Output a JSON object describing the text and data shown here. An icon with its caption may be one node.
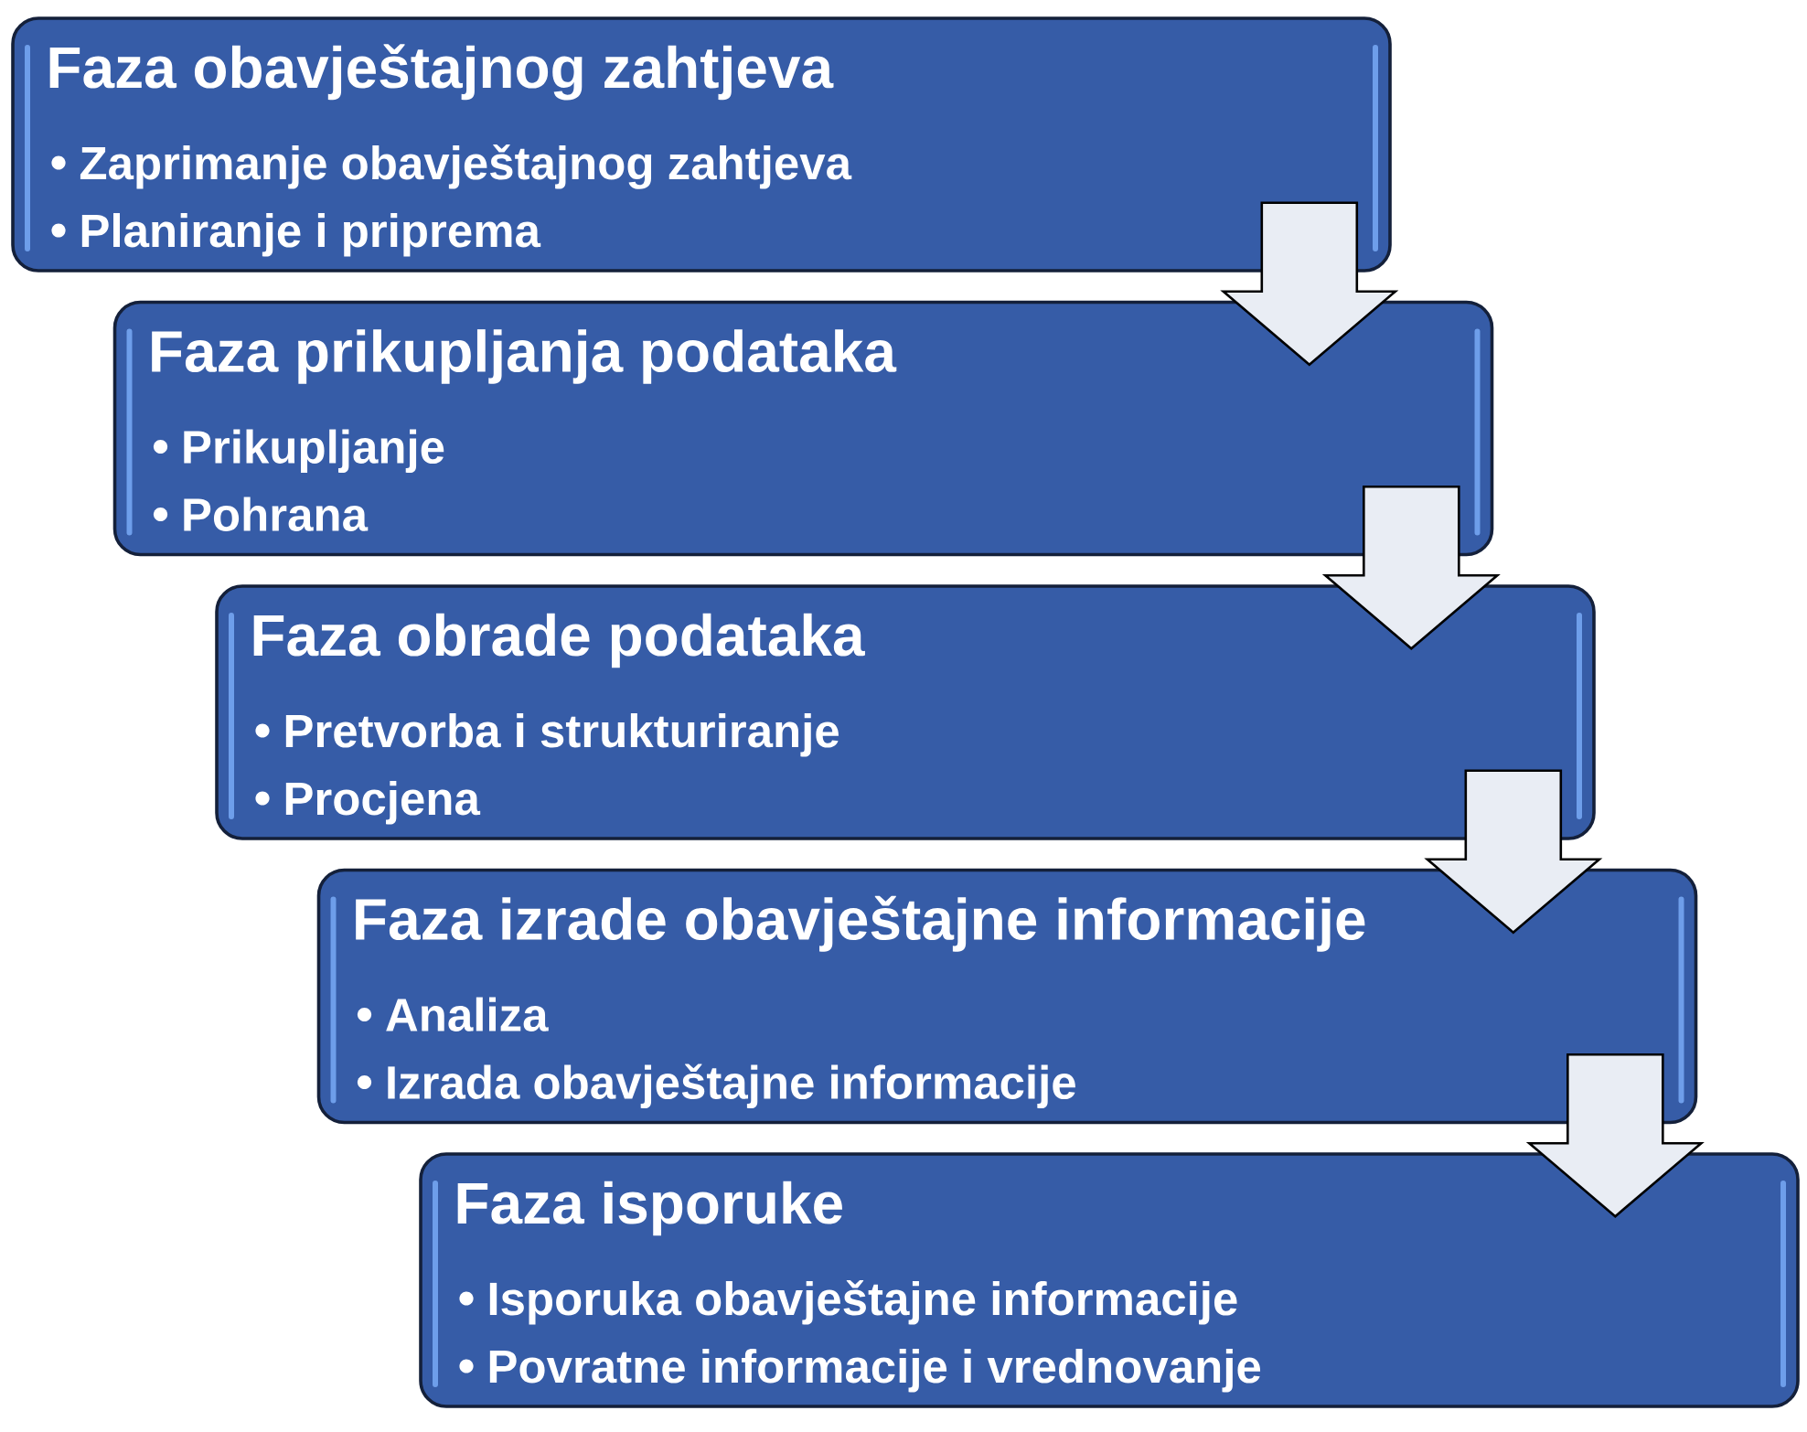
{
  "diagram": {
    "nodes": [
      {
        "text": [
          "Faza obavještajnog zahtjeva",
          "Zaprimanje obavještajnog zahtjeva",
          "Planiranje i priprema"
        ]
      },
      {
        "text": [
          "Faza prikupljanja podataka",
          "Prikupljanje",
          "Pohrana"
        ]
      },
      {
        "text": [
          "Faza obrade podataka",
          "Pretvorba i strukturiranje",
          "Procjena"
        ]
      },
      {
        "text": [
          "Faza izrade obavještajne informacije",
          "Analiza",
          "Izrada obavještajne informacije"
        ]
      },
      {
        "text": [
          "Faza isporuke",
          "Isporuka obavještajne informacije",
          "Povratne informacije i vrednovanje"
        ]
      }
    ],
    "edges": [
      {
        "from": 0,
        "to": 1,
        "arrow": "to"
      },
      {
        "from": 1,
        "to": 2,
        "arrow": "to"
      },
      {
        "from": 2,
        "to": 3,
        "arrow": "to"
      },
      {
        "from": 3,
        "to": 4,
        "arrow": "to"
      }
    ]
  }
}
